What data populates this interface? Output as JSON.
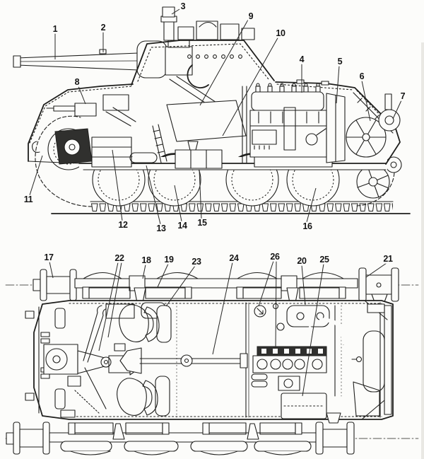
{
  "figure": {
    "kind": "technical-cutaway-diagram",
    "paper_color": "#fcfcfa",
    "ink_color": "#1f1f1d",
    "views": {
      "top": "side-elevation-cutaway",
      "bottom": "plan-view-cutaway"
    }
  },
  "callouts": {
    "c1": "1",
    "c2": "2",
    "c3": "3",
    "c4": "4",
    "c5": "5",
    "c6": "6",
    "c7": "7",
    "c8": "8",
    "c9": "9",
    "c10": "10",
    "c11": "11",
    "c12": "12",
    "c13": "13",
    "c14": "14",
    "c15": "15",
    "c16": "16",
    "c17": "17",
    "c18": "18",
    "c19": "19",
    "c20": "20",
    "c21": "21",
    "c22": "22",
    "c23": "23",
    "c24": "24",
    "c25": "25",
    "c26": "26"
  }
}
